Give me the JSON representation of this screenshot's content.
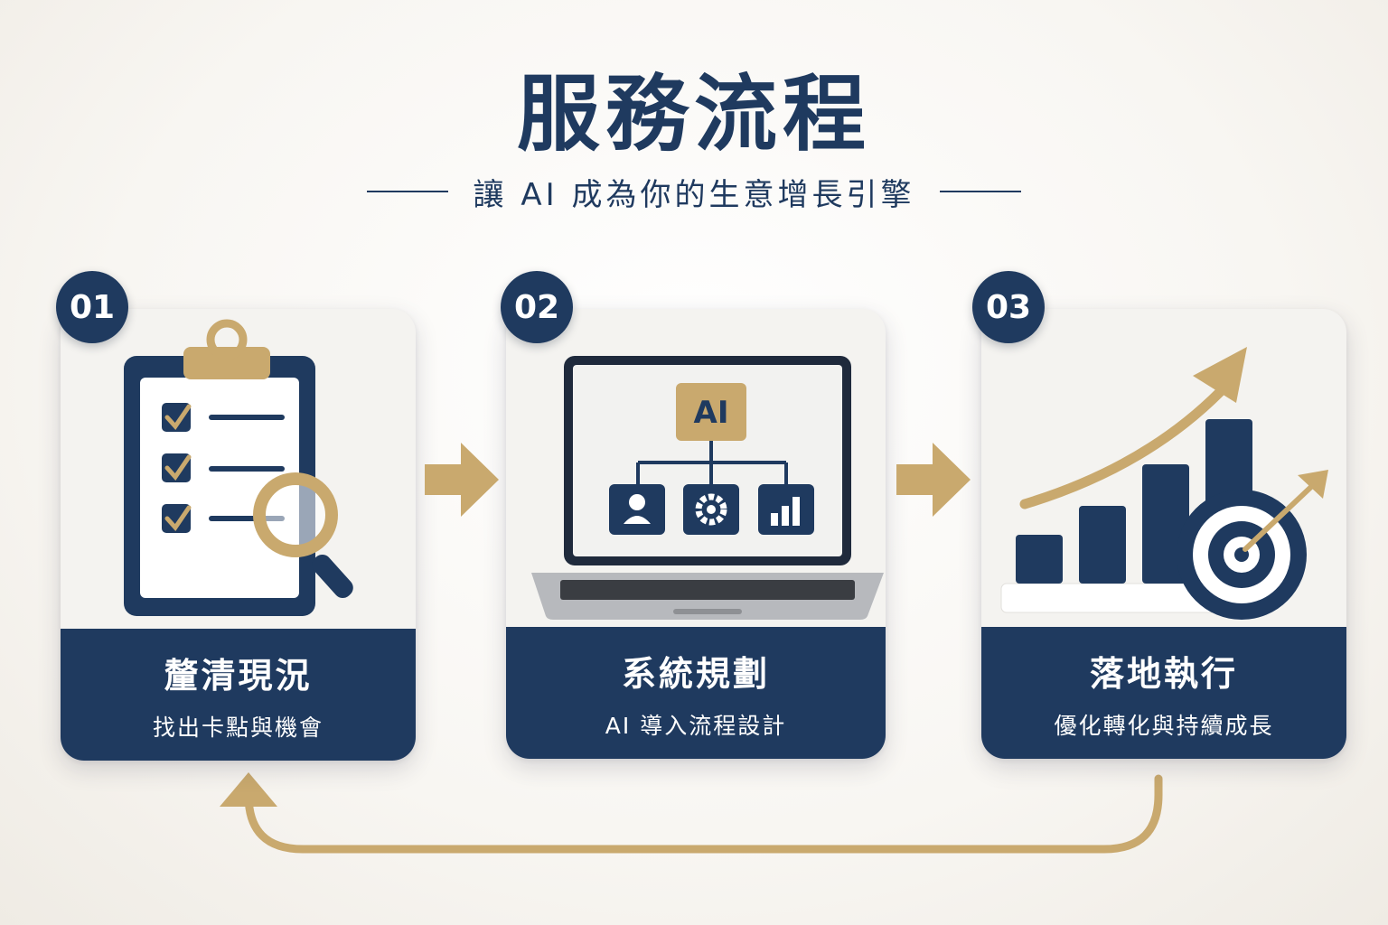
{
  "header": {
    "title": "服務流程",
    "subtitle": "讓 AI 成為你的生意增長引擎"
  },
  "steps": [
    {
      "number": "01",
      "title": "釐清現況",
      "subtitle": "找出卡點與機會",
      "icon": "clipboard-magnifier-icon"
    },
    {
      "number": "02",
      "title": "系統規劃",
      "subtitle": "AI 導入流程設計",
      "icon": "laptop-ai-flow-icon"
    },
    {
      "number": "03",
      "title": "落地執行",
      "subtitle": "優化轉化與持續成長",
      "icon": "growth-chart-target-icon"
    }
  ],
  "laptop_screen": {
    "ai_label": "AI"
  },
  "colors": {
    "navy": "#1f3a5f",
    "gold": "#c9a96e",
    "card": "#f4f3f0"
  }
}
